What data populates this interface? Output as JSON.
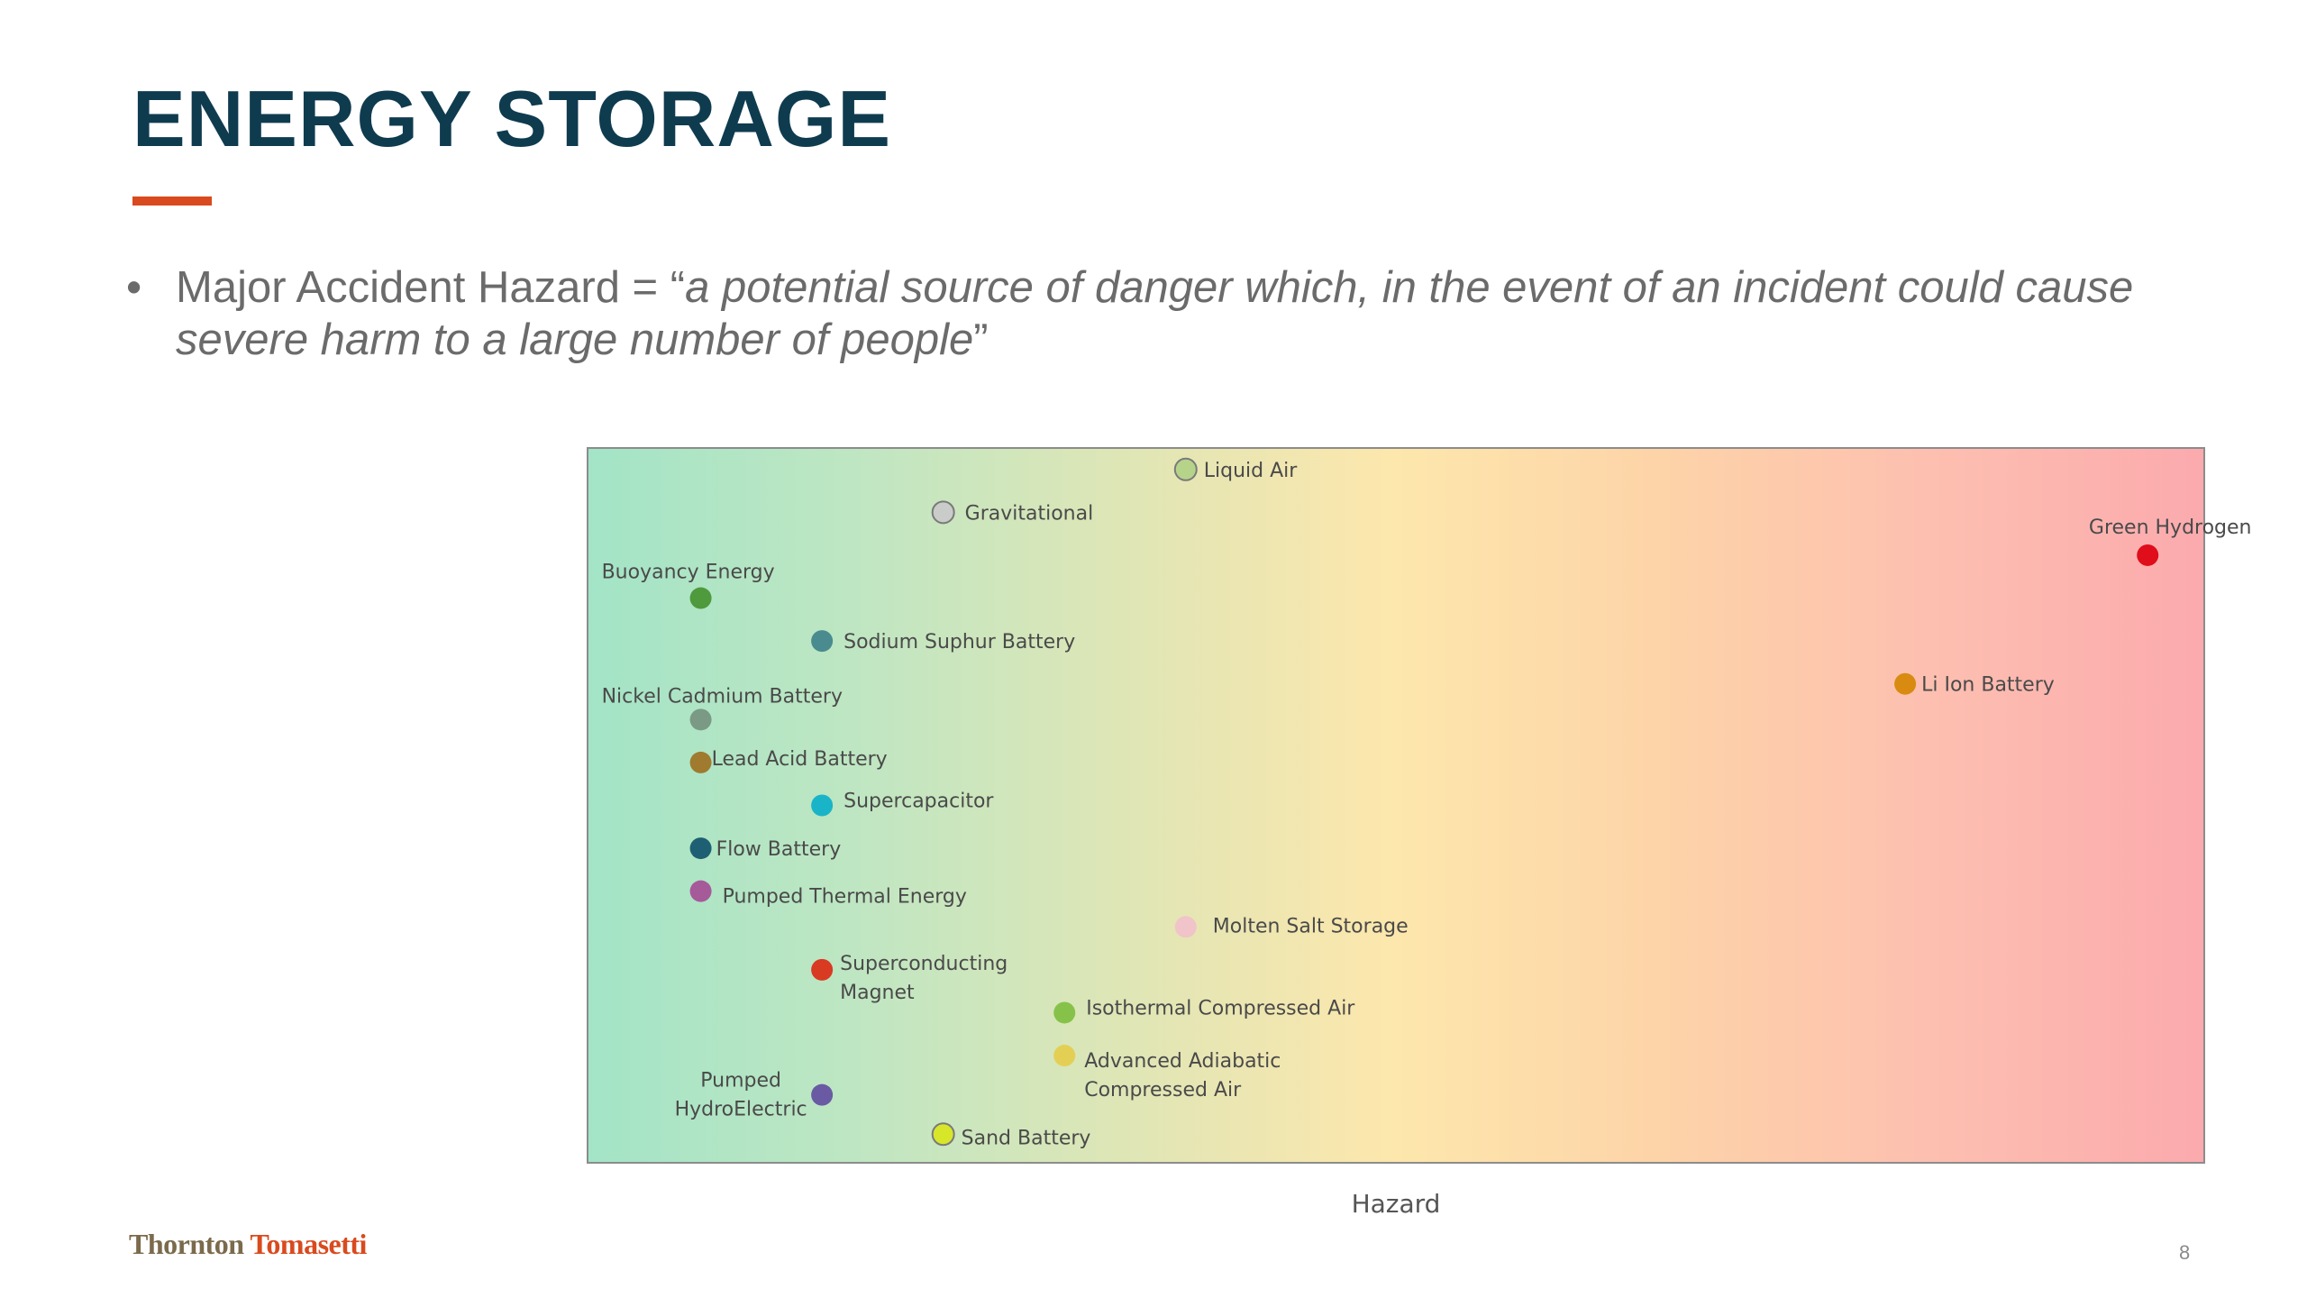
{
  "slide": {
    "title": "ENERGY STORAGE",
    "bullet_prefix": "Major Accident Hazard = “",
    "bullet_quote": "a potential source of danger which, in the event of an incident could cause severe harm to a large number of people",
    "bullet_suffix": "”",
    "logo_part1": "Thornton",
    "logo_part2": "Tomasetti",
    "page_number": "8"
  },
  "colors": {
    "title": "#0f3b4f",
    "accent_rule": "#d94a1e",
    "gradient_stops": [
      "#a3e4c7",
      "#bfe6c2",
      "#dfe6b6",
      "#fde7ac",
      "#fdd3a8",
      "#fdbfb0",
      "#fbaaae"
    ]
  },
  "chart_data": {
    "type": "scatter",
    "xlabel": "Hazard",
    "ylabel": "",
    "title": "",
    "xlim": [
      0,
      100
    ],
    "ylim": [
      0,
      100
    ],
    "grid": false,
    "points": [
      {
        "label": "Liquid Air",
        "x": 37,
        "y": 97,
        "color": "#b5d48a",
        "hollow": true
      },
      {
        "label": "Gravitational",
        "x": 22,
        "y": 91,
        "color": "#c9ccc9",
        "hollow": true
      },
      {
        "label": "Green Hydrogen",
        "x": 96.5,
        "y": 85,
        "color": "#e00d1a",
        "hollow": false
      },
      {
        "label": "Buoyancy Energy",
        "x": 7,
        "y": 79,
        "color": "#4e9a3c",
        "hollow": false
      },
      {
        "label": "Sodium Suphur Battery",
        "x": 14.5,
        "y": 73,
        "color": "#4a8b8f",
        "hollow": false
      },
      {
        "label": "Li Ion Battery",
        "x": 81.5,
        "y": 67,
        "color": "#d98a10",
        "hollow": false
      },
      {
        "label": "Nickel Cadmium Battery",
        "x": 7,
        "y": 62,
        "color": "#7a9a86",
        "hollow": false
      },
      {
        "label": "Lead Acid Battery",
        "x": 7,
        "y": 56,
        "color": "#a07a2e",
        "hollow": false
      },
      {
        "label": "Supercapacitor",
        "x": 14.5,
        "y": 50,
        "color": "#1ab4c9",
        "hollow": false
      },
      {
        "label": "Flow Battery",
        "x": 7,
        "y": 44,
        "color": "#1f5f73",
        "hollow": false
      },
      {
        "label": "Pumped Thermal Energy",
        "x": 7,
        "y": 38,
        "color": "#a65a9a",
        "hollow": false
      },
      {
        "label": "Molten Salt Storage",
        "x": 37,
        "y": 33,
        "color": "#f0c4c8",
        "hollow": false
      },
      {
        "label": "Superconducting Magnet",
        "x": 14.5,
        "y": 27,
        "color": "#d93a22",
        "hollow": false
      },
      {
        "label": "Isothermal Compressed Air",
        "x": 29.5,
        "y": 21,
        "color": "#86c24a",
        "hollow": false
      },
      {
        "label": "Advanced Adiabatic Compressed Air",
        "x": 29.5,
        "y": 15,
        "color": "#e4cf55",
        "hollow": false
      },
      {
        "label": "Pumped HydroElectric",
        "x": 14.5,
        "y": 9.5,
        "color": "#6a5aa3",
        "hollow": false
      },
      {
        "label": "Sand Battery",
        "x": 22,
        "y": 4,
        "color": "#d8e62a",
        "hollow": true
      }
    ]
  }
}
